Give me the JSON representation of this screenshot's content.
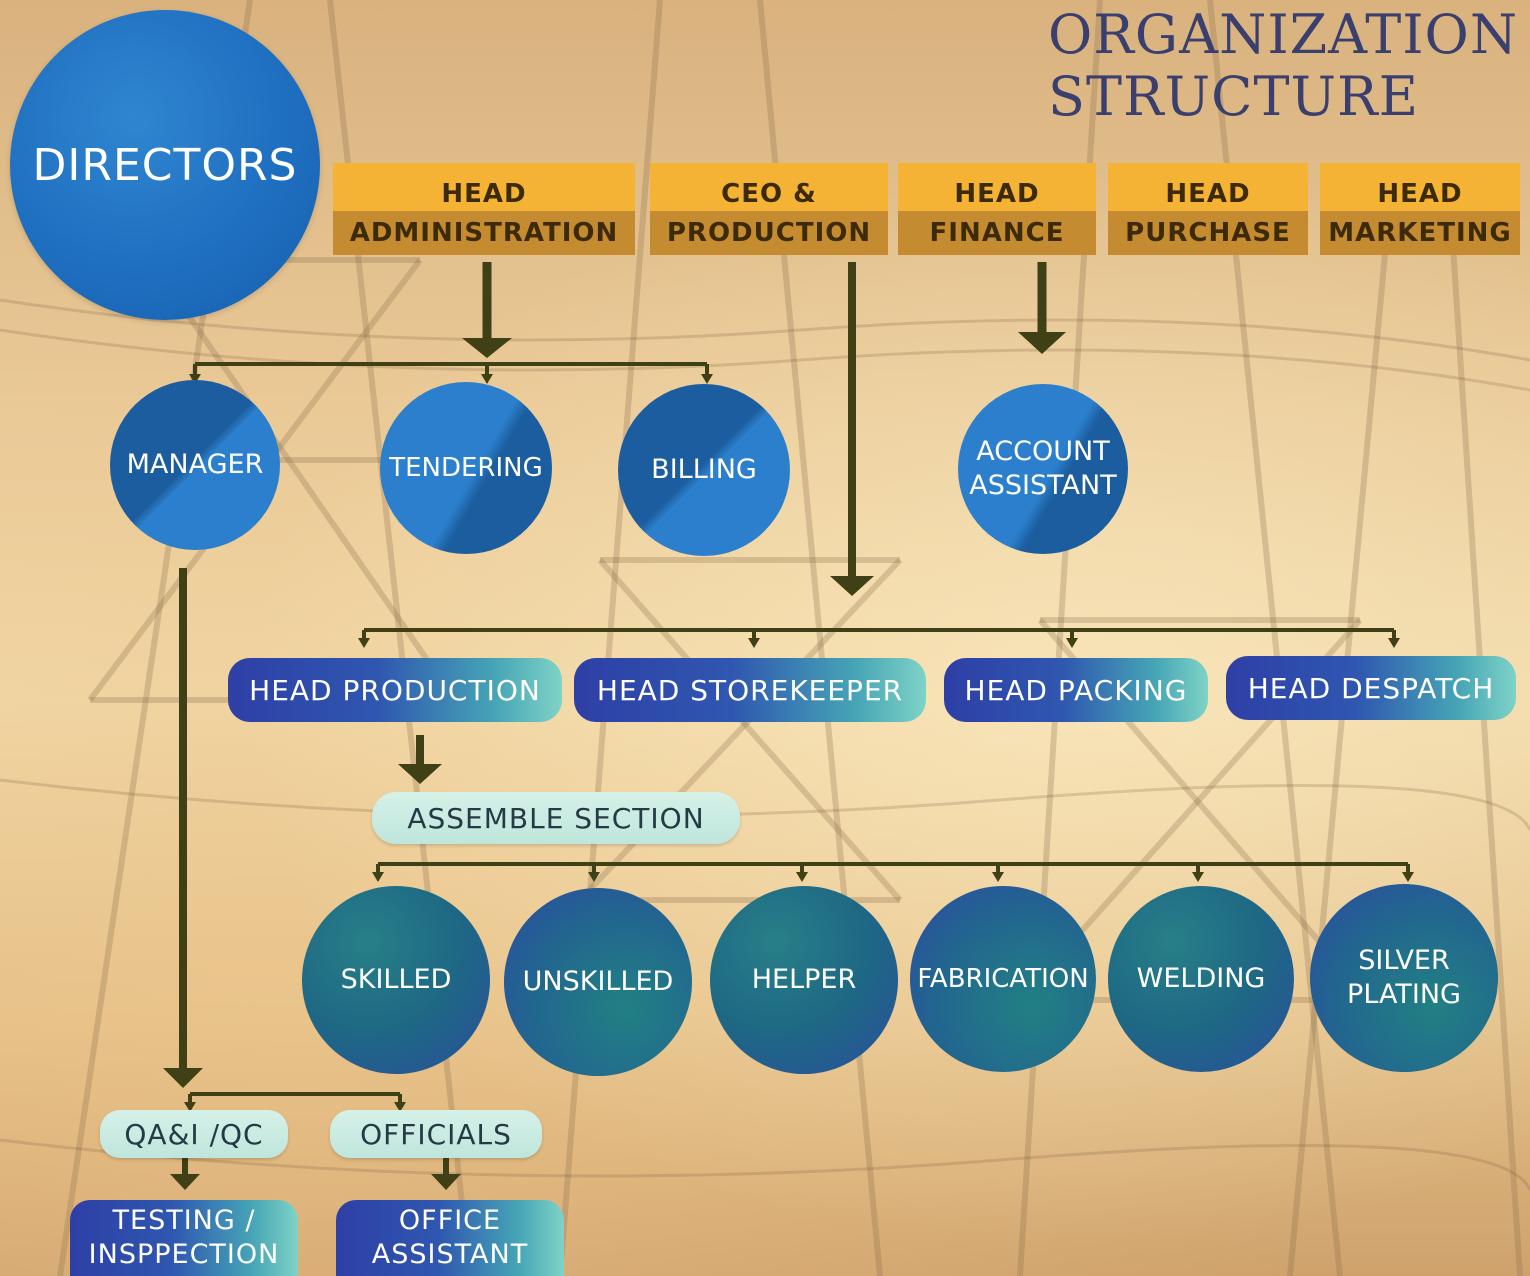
{
  "title": {
    "line1": "ORGANIZATION",
    "line2": "STRUCTURE"
  },
  "directors": "DIRECTORS",
  "heads": [
    {
      "top": "HEAD",
      "bottom": "ADMINISTRATION"
    },
    {
      "top": "CEO &",
      "bottom": "PRODUCTION"
    },
    {
      "top": "HEAD",
      "bottom": "FINANCE"
    },
    {
      "top": "HEAD",
      "bottom": "PURCHASE"
    },
    {
      "top": "HEAD",
      "bottom": "MARKETING"
    }
  ],
  "admin_units": [
    "MANAGER",
    "TENDERING",
    "BILLING"
  ],
  "finance_unit": "ACCOUNT\nASSISTANT",
  "production_heads": [
    "HEAD PRODUCTION",
    "HEAD STOREKEEPER",
    "HEAD PACKING",
    "HEAD DESPATCH"
  ],
  "assemble_section": "ASSEMBLE SECTION",
  "workers": [
    "SKILLED",
    "UNSKILLED",
    "HELPER",
    "FABRICATION",
    "WELDING",
    "SILVER\nPLATING"
  ],
  "manager_units": [
    "QA&I /QC",
    "OFFICIALS"
  ],
  "sub_units": [
    "TESTING /\nINSPPECTION",
    "OFFICE\nASSISTANT"
  ],
  "colors": {
    "title": "#3b3f6e",
    "directors_fill": "#1f6fc0",
    "header_top": "#f4b335",
    "header_bottom": "#c48b30",
    "connector": "#3f4015",
    "mint_box": "#c9ebe1"
  }
}
